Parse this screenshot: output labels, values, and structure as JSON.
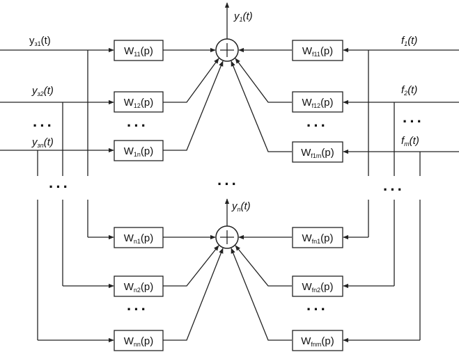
{
  "inputs": {
    "y1": {
      "main": "y",
      "sub": "з1",
      "suffix": "(t)"
    },
    "y2": {
      "main": "y",
      "sub": "з2",
      "suffix": "(t)"
    },
    "yn": {
      "main": "y",
      "sub": "зn",
      "suffix": "(t)"
    },
    "f1": {
      "main": "f",
      "sub": "1",
      "suffix": "(t)"
    },
    "f2": {
      "main": "f",
      "sub": "2",
      "suffix": "(t)"
    },
    "fm": {
      "main": "f",
      "sub": "m",
      "suffix": "(t)"
    }
  },
  "outputs": {
    "y_top": {
      "main": "y",
      "sub": "1",
      "suffix": "(t)"
    },
    "y_bottom": {
      "main": "y",
      "sub": "n",
      "suffix": "(t)"
    }
  },
  "blocks": {
    "w11": {
      "main": "W",
      "sub": "11",
      "suffix": "(p)"
    },
    "w12": {
      "main": "W",
      "sub": "12",
      "suffix": "(p)"
    },
    "w1n": {
      "main": "W",
      "sub": "1n",
      "suffix": "(p)"
    },
    "wf11": {
      "main": "W",
      "sub": "f11",
      "suffix": "(p)"
    },
    "wf12": {
      "main": "W",
      "sub": "f12",
      "suffix": "(p)"
    },
    "wf1m": {
      "main": "W",
      "sub": "f1m",
      "suffix": "(p)"
    },
    "wn1": {
      "main": "W",
      "sub": "n1",
      "suffix": "(p)"
    },
    "wn2": {
      "main": "W",
      "sub": "n2",
      "suffix": "(p)"
    },
    "wnn": {
      "main": "W",
      "sub": "nn",
      "suffix": "(p)"
    },
    "wfn1": {
      "main": "W",
      "sub": "fn1",
      "suffix": "(p)"
    },
    "wfn2": {
      "main": "W",
      "sub": "fn2",
      "suffix": "(p)"
    },
    "wfnm": {
      "main": "W",
      "sub": "fnm",
      "suffix": "(p)"
    }
  },
  "ellipsis": "···"
}
